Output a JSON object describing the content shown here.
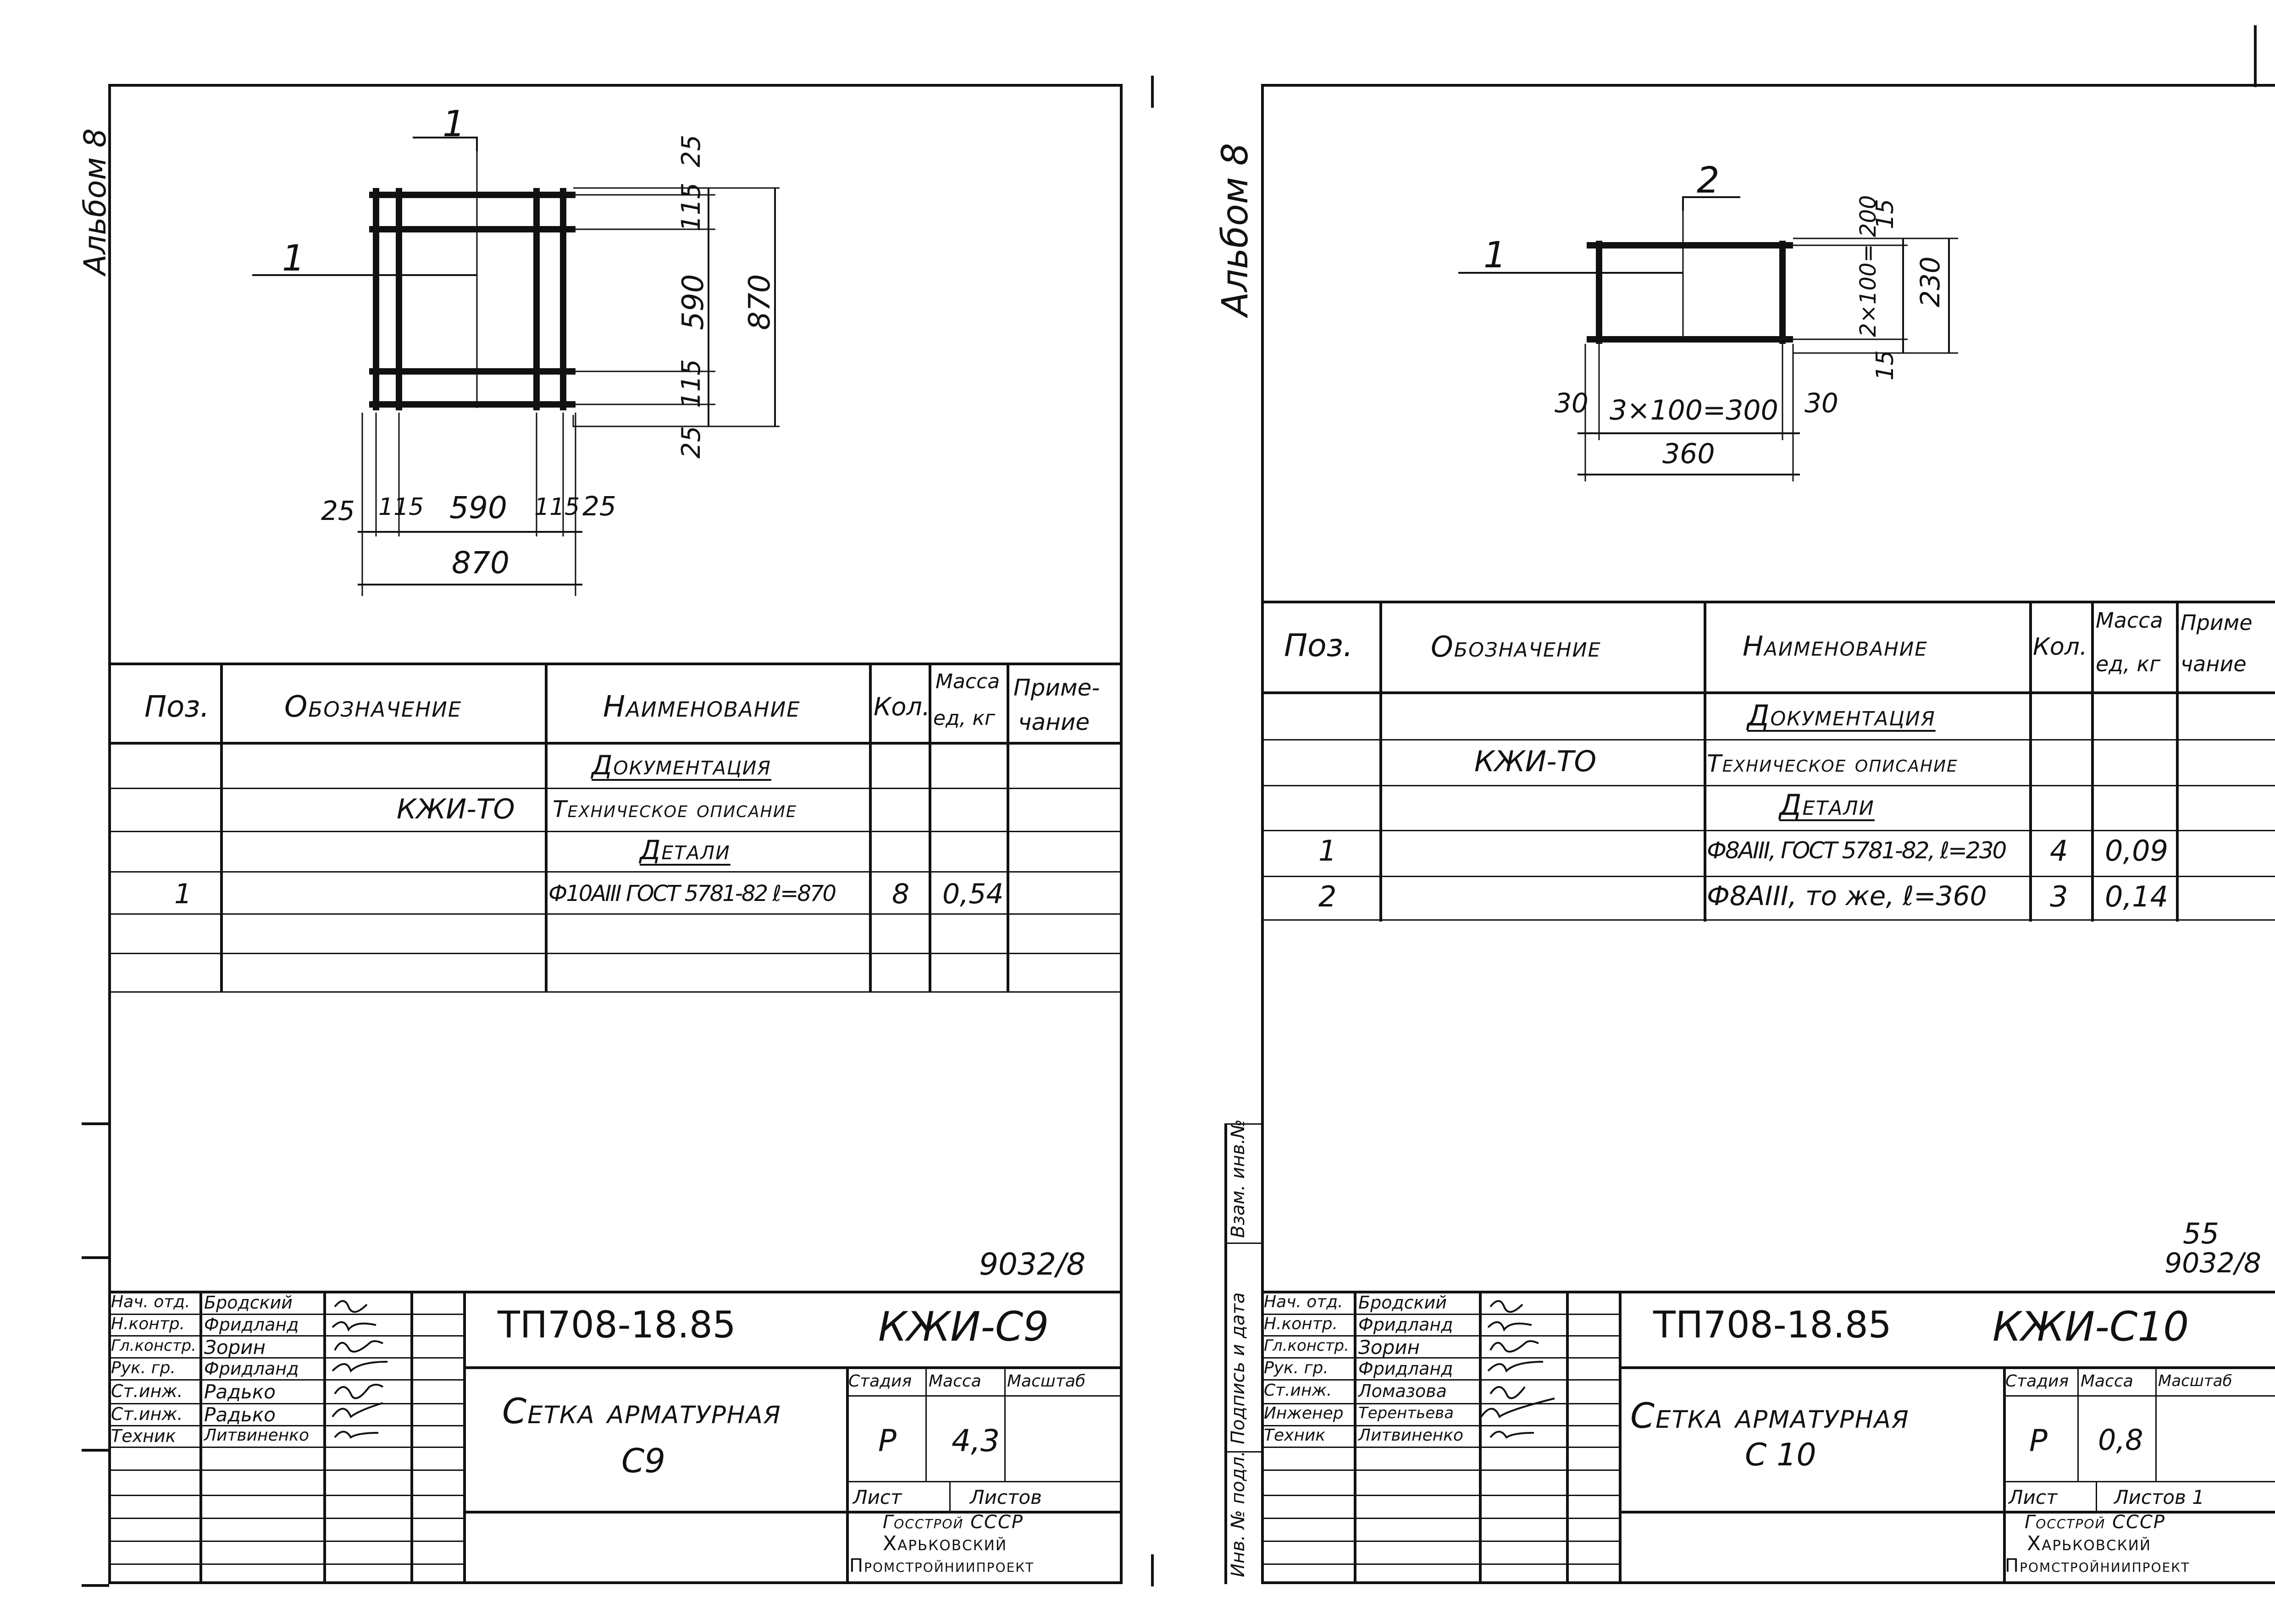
{
  "left_sheet": {
    "album": "Альбом 8",
    "drawing": {
      "section_marker": "1",
      "leader_label": "1",
      "dims_vertical": [
        "25",
        "115",
        "590",
        "115",
        "25"
      ],
      "dim_vertical_total": "870",
      "dims_horizontal": [
        "25",
        "115",
        "590",
        "115",
        "25"
      ],
      "dim_horizontal_total": "870"
    },
    "table": {
      "headers": {
        "pos": "Поз.",
        "designation": "Обозначение",
        "name": "Наименование",
        "qty": "Кол.",
        "mass": "Масса ед, кг",
        "mass_line1": "Масса",
        "mass_line2": "ед, кг",
        "note_line1": "Приме-",
        "note_line2": "чание"
      },
      "section_docs": "Документация",
      "doc_designation": "КЖИ-ТО",
      "doc_name": "Техническое описание",
      "section_parts": "Детали",
      "rows": [
        {
          "pos": "1",
          "name": "Ф10АIII ГОСТ 5781-82 ℓ=870",
          "qty": "8",
          "mass": "0,54"
        }
      ]
    },
    "doc_number": "9032/8",
    "title_block": {
      "roles": [
        "Нач. отд.",
        "Н.контр.",
        "Гл.констр.",
        "Рук. гр.",
        "Ст.инж.",
        "Ст.инж.",
        "Техник"
      ],
      "names": [
        "Бродский",
        "Фридланд",
        "Зорин",
        "Фридланд",
        "Радько",
        "Радько",
        "Литвиненко"
      ],
      "project": "ТП708-18.85",
      "code": "КЖИ-С9",
      "title_line1": "Сетка арматурная",
      "title_line2": "С9",
      "stage_label": "Стадия",
      "mass_label": "Масса",
      "scale_label": "Масштаб",
      "stage": "Р",
      "mass": "4,3",
      "sheet_label": "Лист",
      "sheets_label": "Листов",
      "org_line1": "Госстрой СССР",
      "org_line2": "Харьковский",
      "org_line3": "Промстройниипроект"
    }
  },
  "right_sheet": {
    "album": "Альбом 8",
    "drawing": {
      "section_marker": "2",
      "leader_label": "1",
      "dims_vertical": [
        "15",
        "2×100= 200",
        "15"
      ],
      "dim_vertical_total": "230",
      "dim_left": "30",
      "dim_mid": "3×100=300",
      "dim_right": "30",
      "dim_horizontal_total": "360"
    },
    "table": {
      "headers": {
        "pos": "Поз.",
        "designation": "Обозначение",
        "name": "Наименование",
        "qty": "Кол.",
        "mass_line1": "Масса",
        "mass_line2": "ед, кг",
        "note_line1": "Приме",
        "note_line2": "чание"
      },
      "section_docs": "Документация",
      "doc_designation": "КЖИ-ТО",
      "doc_name": "Техническое описание",
      "section_parts": "Детали",
      "rows": [
        {
          "pos": "1",
          "name": "Ф8АIII, ГОСТ 5781-82, ℓ=230",
          "qty": "4",
          "mass": "0,09"
        },
        {
          "pos": "2",
          "name": "Ф8АIII, то же, ℓ=360",
          "qty": "3",
          "mass": "0,14"
        }
      ]
    },
    "page_number": "55",
    "doc_number": "9032/8",
    "side_stamp": [
      "Инв. № подл.",
      "Подпись и дата",
      "Взам. инв.№"
    ],
    "title_block": {
      "roles": [
        "Нач. отд.",
        "Н.контр.",
        "Гл.констр.",
        "Рук. гр.",
        "Ст.инж.",
        "Инженер",
        "Техник"
      ],
      "names": [
        "Бродский",
        "Фридланд",
        "Зорин",
        "Фридланд",
        "Ломазова",
        "Терентьева",
        "Литвиненко"
      ],
      "project": "ТП708-18.85",
      "code": "КЖИ-С10",
      "title_line1": "Сетка арматурная",
      "title_line2": "С 10",
      "stage_label": "Стадия",
      "mass_label": "Масса",
      "scale_label": "Масштаб",
      "stage": "Р",
      "mass": "0,8",
      "sheet_label": "Лист",
      "sheets_label": "Листов 1",
      "org_line1": "Госстрой СССР",
      "org_line2": "Харьковский",
      "org_line3": "Промстройниипроект"
    }
  }
}
